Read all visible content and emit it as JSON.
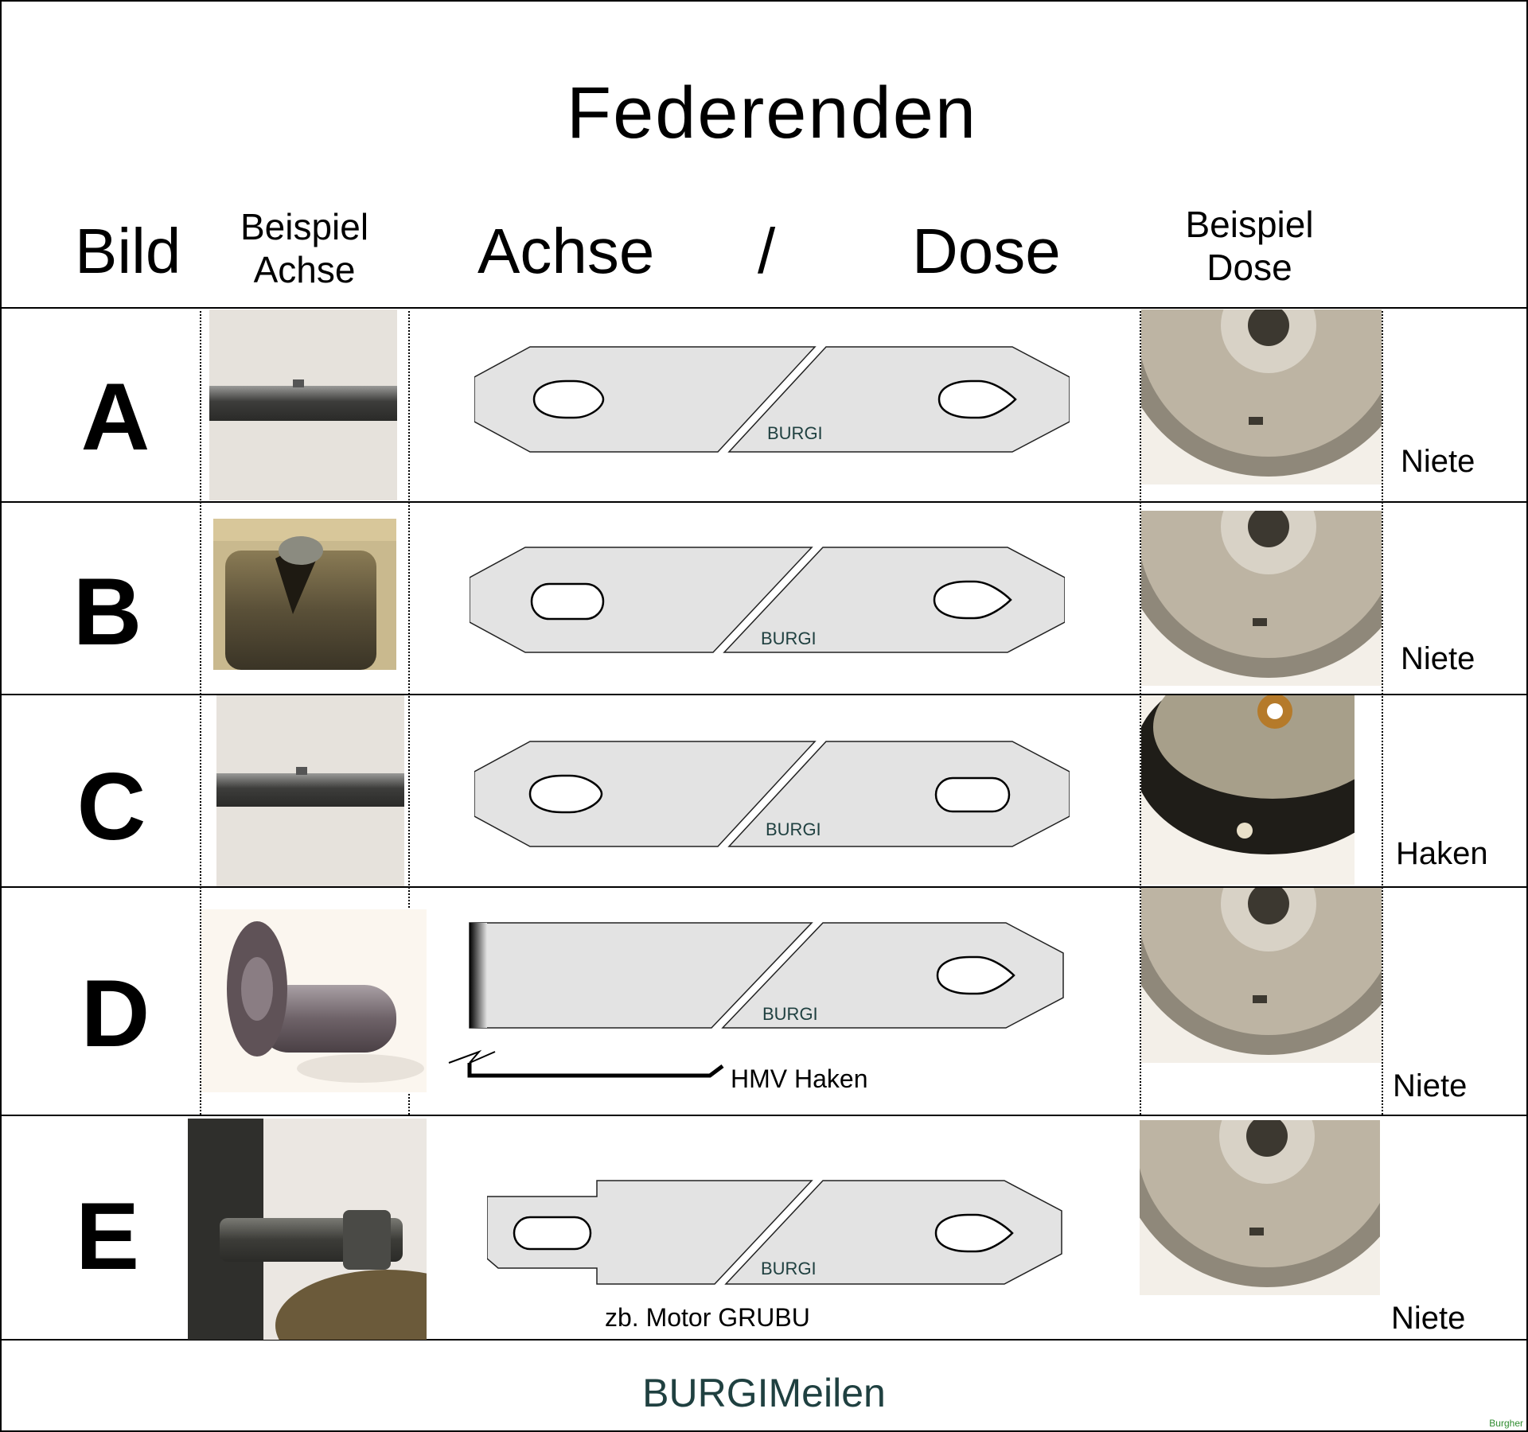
{
  "title": "Federenden",
  "headers": {
    "bild": "Bild",
    "beispiel_achse": [
      "Beispiel",
      "Achse"
    ],
    "achse": "Achse",
    "slash": "/",
    "dose": "Dose",
    "beispiel_dose": [
      "Beispiel",
      "Dose"
    ]
  },
  "rows": [
    {
      "label": "A",
      "spring_text": "BURGI",
      "end_type": "Niete"
    },
    {
      "label": "B",
      "spring_text": "BURGI",
      "end_type": "Niete"
    },
    {
      "label": "C",
      "spring_text": "BURGI",
      "end_type": "Haken"
    },
    {
      "label": "D",
      "spring_text": "BURGI",
      "end_type": "Niete",
      "note": "HMV Haken"
    },
    {
      "label": "E",
      "spring_text": "BURGI",
      "end_type": "Niete",
      "note": "zb. Motor GRUBU"
    }
  ],
  "footer": "BURGIMeilen",
  "watermark": "Burgher",
  "colors": {
    "spring_fill": "#e3e3e3",
    "footer_text": "#1f4040",
    "spring_label": "#1f4040"
  }
}
